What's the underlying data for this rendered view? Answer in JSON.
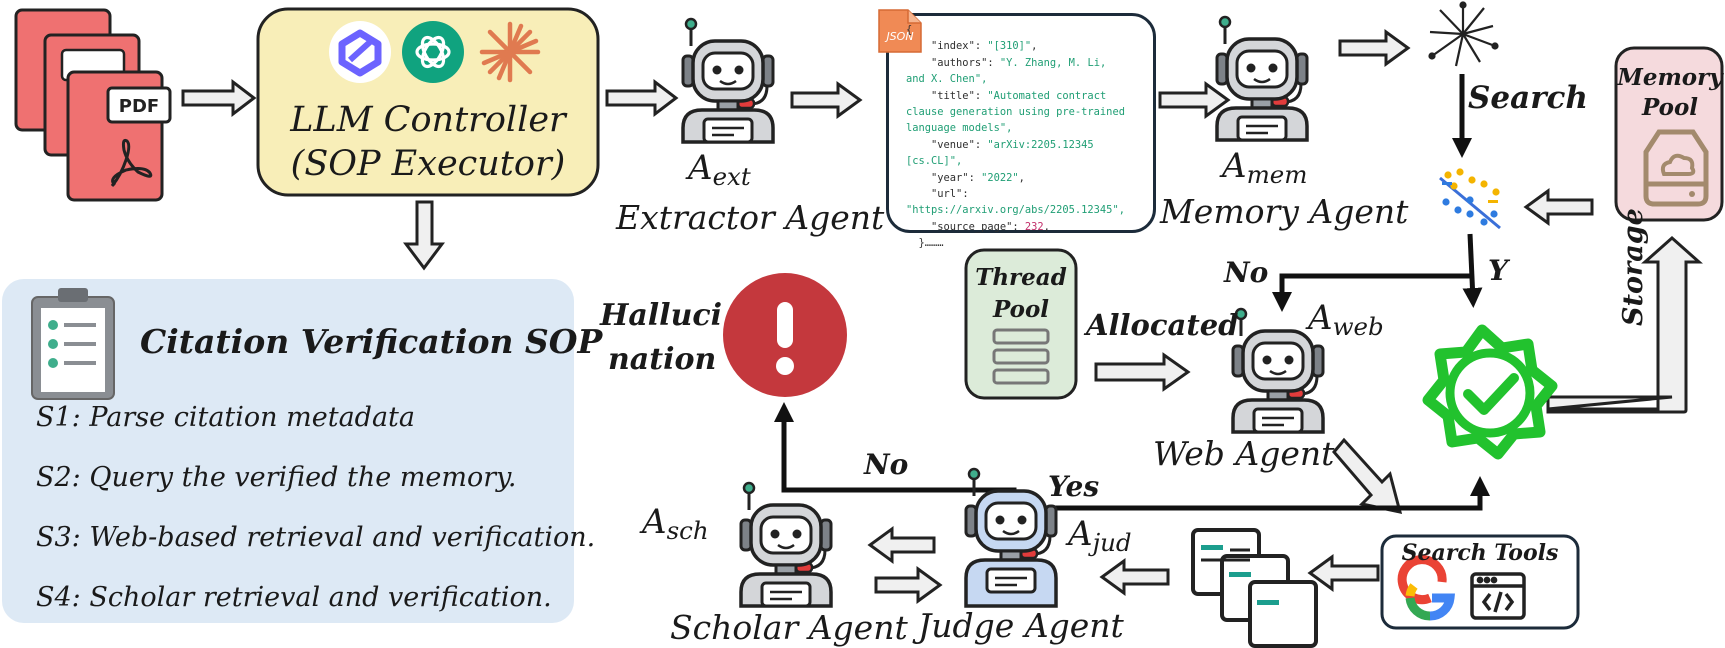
{
  "controller": {
    "title_line1": "LLM Controller",
    "title_line2": "(SOP Executor)"
  },
  "pdf_label": "PDF",
  "json_badge": "JSON",
  "json_lines": [
    "{",
    "    \"index\": \"[310]\",",
    "    \"authors\": \"Y. Zhang, M. Li,",
    "and X. Chen\",",
    "    \"title\": \"Automated contract",
    "clause generation using pre-trained",
    "language models\",",
    "    \"venue\": \"arXiv:2205.12345",
    "[cs.CL]\",",
    "    \"year\": \"2022\",",
    "    \"url\":",
    "\"https://arxiv.org/abs/2205.12345\",",
    "    \"source_page\": 232,",
    "  }………"
  ],
  "agents": {
    "extractor": {
      "symbol": "A",
      "sub": "ext",
      "name": "Extractor  Agent"
    },
    "memory": {
      "symbol": "A",
      "sub": "mem",
      "name": "Memory  Agent"
    },
    "web": {
      "symbol": "A",
      "sub": "web",
      "name": "Web Agent"
    },
    "judge": {
      "symbol": "A",
      "sub": "jud",
      "name": "Judge Agent"
    },
    "scholar": {
      "symbol": "A",
      "sub": "sch",
      "name": "Scholar Agent"
    }
  },
  "sop": {
    "title": "Citation Verification SOP",
    "steps": [
      "S1: Parse citation metadata",
      "S2: Query the verified the memory.",
      "S3: Web-based retrieval and verification.",
      "S4: Scholar retrieval and verification."
    ]
  },
  "memory_pool": {
    "line1": "Memory",
    "line2": "Pool"
  },
  "thread_pool": {
    "line1": "Thread",
    "line2": "Pool"
  },
  "search_tools": {
    "title": "Search Tools"
  },
  "labels": {
    "search": "Search",
    "storage": "Storage",
    "no_top": "No",
    "y": "Y",
    "allocated": "Allocated",
    "hallucination_1": "Halluci",
    "hallucination_2": "nation",
    "no_bottom": "No",
    "yes": "Yes"
  },
  "colors": {
    "pdf_red": "#ef7171",
    "controller_fill": "#f8eeb8",
    "sop_panel": "#dde9f5",
    "memory_pool_fill": "#f5dadd",
    "thread_pool_fill": "#dcebd9",
    "check_green": "#22c22e",
    "alert_red": "#c4383d",
    "judge_blue": "#c6d8f2"
  }
}
